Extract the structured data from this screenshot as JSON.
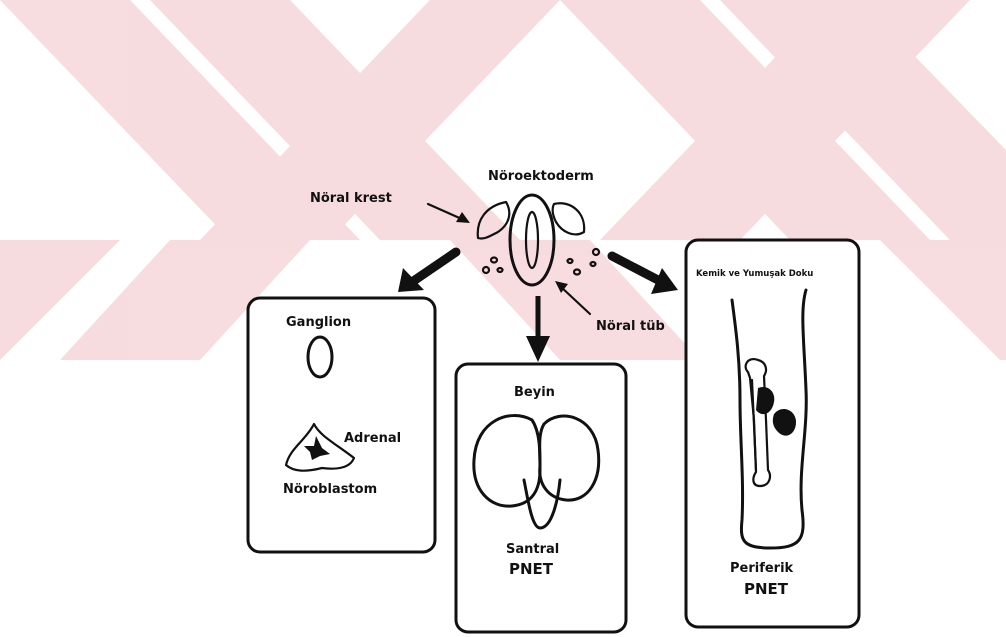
{
  "colors": {
    "watermark": "#f3d4d6",
    "ink": "#111111",
    "background": "#ffffff"
  },
  "labels": {
    "noroektoderm": "Nöroektoderm",
    "noral_krest": "Nöral krest",
    "noral_tub": "Nöral tüb",
    "ganglion": "Ganglion",
    "adrenal": "Adrenal",
    "noroblastom": "Nöroblastom",
    "beyin": "Beyin",
    "santral": "Santral",
    "santral_pnet": "PNET",
    "kemik": "Kemik ve Yumuşak Doku",
    "periferik": "Periferik",
    "periferik_pnet": "PNET"
  },
  "icons": [
    "neuroectoderm-icon",
    "ganglion-icon",
    "adrenal-gland-icon",
    "brain-icon",
    "leg-bone-icon",
    "watermark-logo"
  ]
}
